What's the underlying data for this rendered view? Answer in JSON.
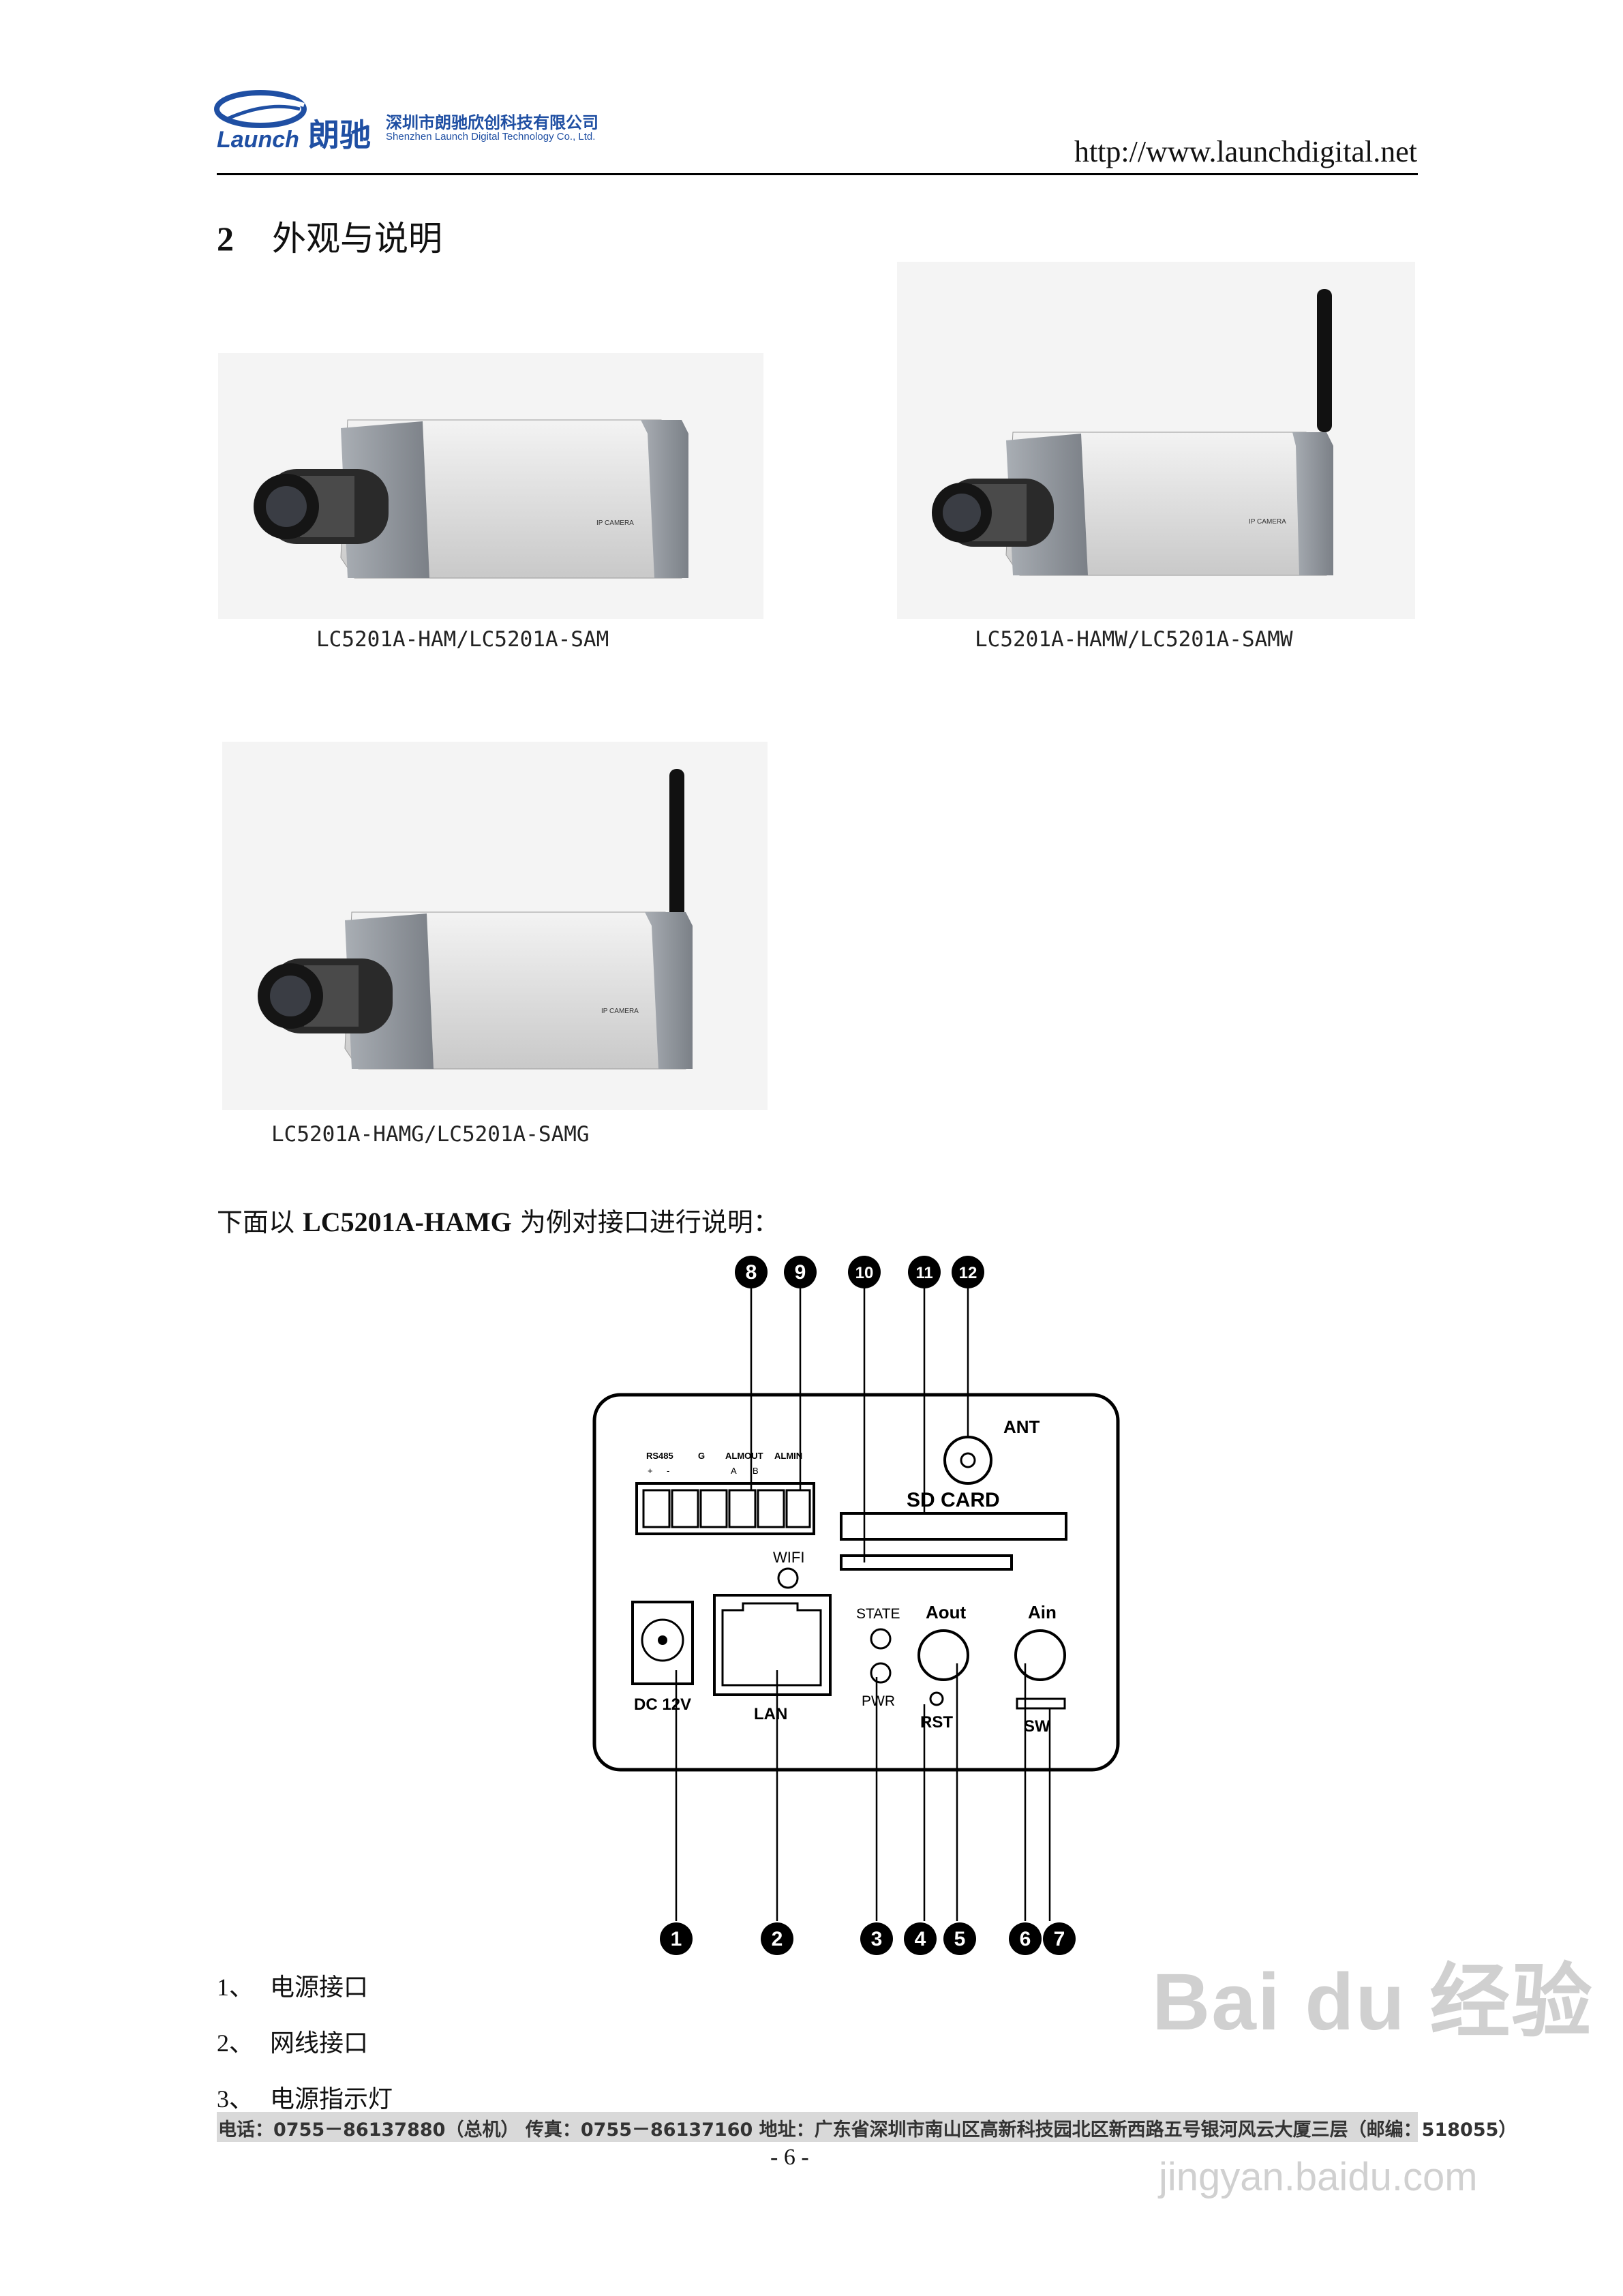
{
  "header": {
    "logo_latin": "Launch",
    "logo_cn": "朗驰",
    "company_cn": "深圳市朗驰欣创科技有限公司",
    "company_en": "Shenzhen Launch Digital Technology Co., Ltd.",
    "url": "http://www.launchdigital.net"
  },
  "section": {
    "number": "2",
    "title": "外观与说明"
  },
  "products": [
    {
      "caption": "LC5201A-HAM/LC5201A-SAM",
      "camera_label": "IP CAMERA",
      "antenna": false
    },
    {
      "caption": "LC5201A-HAMW/LC5201A-SAMW",
      "camera_label": "IP CAMERA",
      "antenna": true
    },
    {
      "caption": "LC5201A-HAMG/LC5201A-SAMG",
      "camera_label": "IP CAMERA",
      "antenna": true
    }
  ],
  "intro": {
    "prefix": "下面以 ",
    "model": "LC5201A-HAMG",
    "suffix": " 为例对接口进行说明："
  },
  "diagram": {
    "labels": {
      "ant": "ANT",
      "sd_card": "SD CARD",
      "wifi": "WIFI",
      "state": "STATE",
      "aout": "Aout",
      "ain": "Ain",
      "pwr": "PWR",
      "rst": "RST",
      "sw": "SW",
      "lan": "LAN",
      "dc": "DC 12V",
      "rs485": "RS485",
      "g": "G",
      "almout": "ALMOUT",
      "almin": "ALMIN",
      "a": "A",
      "b": "B",
      "plus": "+",
      "minus": "-"
    },
    "callouts": [
      "1",
      "2",
      "3",
      "4",
      "5",
      "6",
      "7",
      "8",
      "9",
      "10",
      "11",
      "12"
    ]
  },
  "list": [
    {
      "num": "1、",
      "text": "电源接口"
    },
    {
      "num": "2、",
      "text": "网线接口"
    },
    {
      "num": "3、",
      "text": "电源指示灯"
    }
  ],
  "footer": {
    "text": "电话：0755－86137880（总机）  传真：0755－86137160  地址：广东省深圳市南山区高新科技园北区新西路五号银河风云大厦三层（邮编：518055）",
    "page_number": "- 6 -"
  },
  "watermark": {
    "main": "Bai du 经验",
    "sub": "jingyan.baidu.com"
  }
}
